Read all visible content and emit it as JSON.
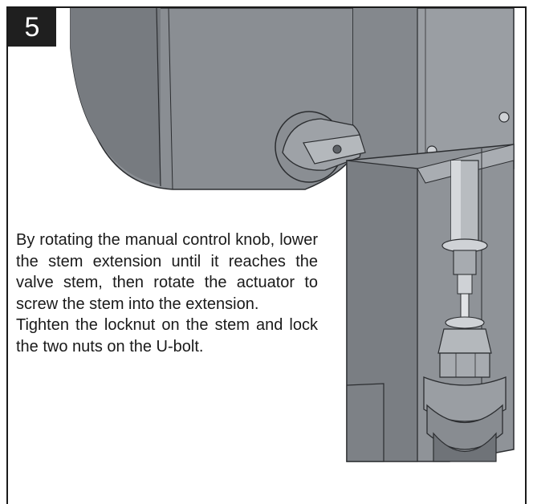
{
  "step": {
    "number": "5"
  },
  "instructions": {
    "paragraph_1": "By rotating the manual control knob, lower the stem extension until it reaches the valve stem, then rotate the actuator to screw the stem into the extension.",
    "paragraph_2": "Tighten the locknut on the stem and lock the two nuts on the U-bolt."
  },
  "illustration": {
    "subject": "actuator-stem-extension-coupling",
    "colors": {
      "housing": "#8a8e93",
      "housing_dark": "#6f7378",
      "metal_light": "#cfd2d6",
      "metal_mid": "#a7abb0",
      "outline": "#2b2d30"
    }
  }
}
